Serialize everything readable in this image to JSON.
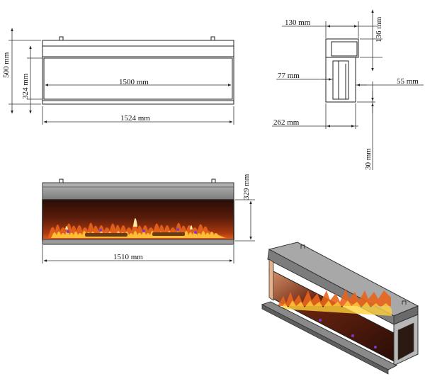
{
  "front_view": {
    "height_total": "500 mm",
    "height_inner": "324 mm",
    "width_inner": "1500 mm",
    "width_total": "1524 mm"
  },
  "side_view": {
    "top_depth": "130 mm",
    "top_height": "136 mm",
    "inner_depth": "77 mm",
    "front_depth": "55 mm",
    "total_depth": "262 mm",
    "bottom_height": "30 mm"
  },
  "flame_view": {
    "glass_height": "329 mm",
    "glass_width": "1510 mm"
  },
  "colors": {
    "line": "#222222",
    "frame_gray": "#8c8c8c",
    "flame_dark": "#3a1208",
    "flame_orange": "#e8641c",
    "flame_yellow": "#ffcf3a",
    "flame_purple": "#7a3cc8"
  }
}
